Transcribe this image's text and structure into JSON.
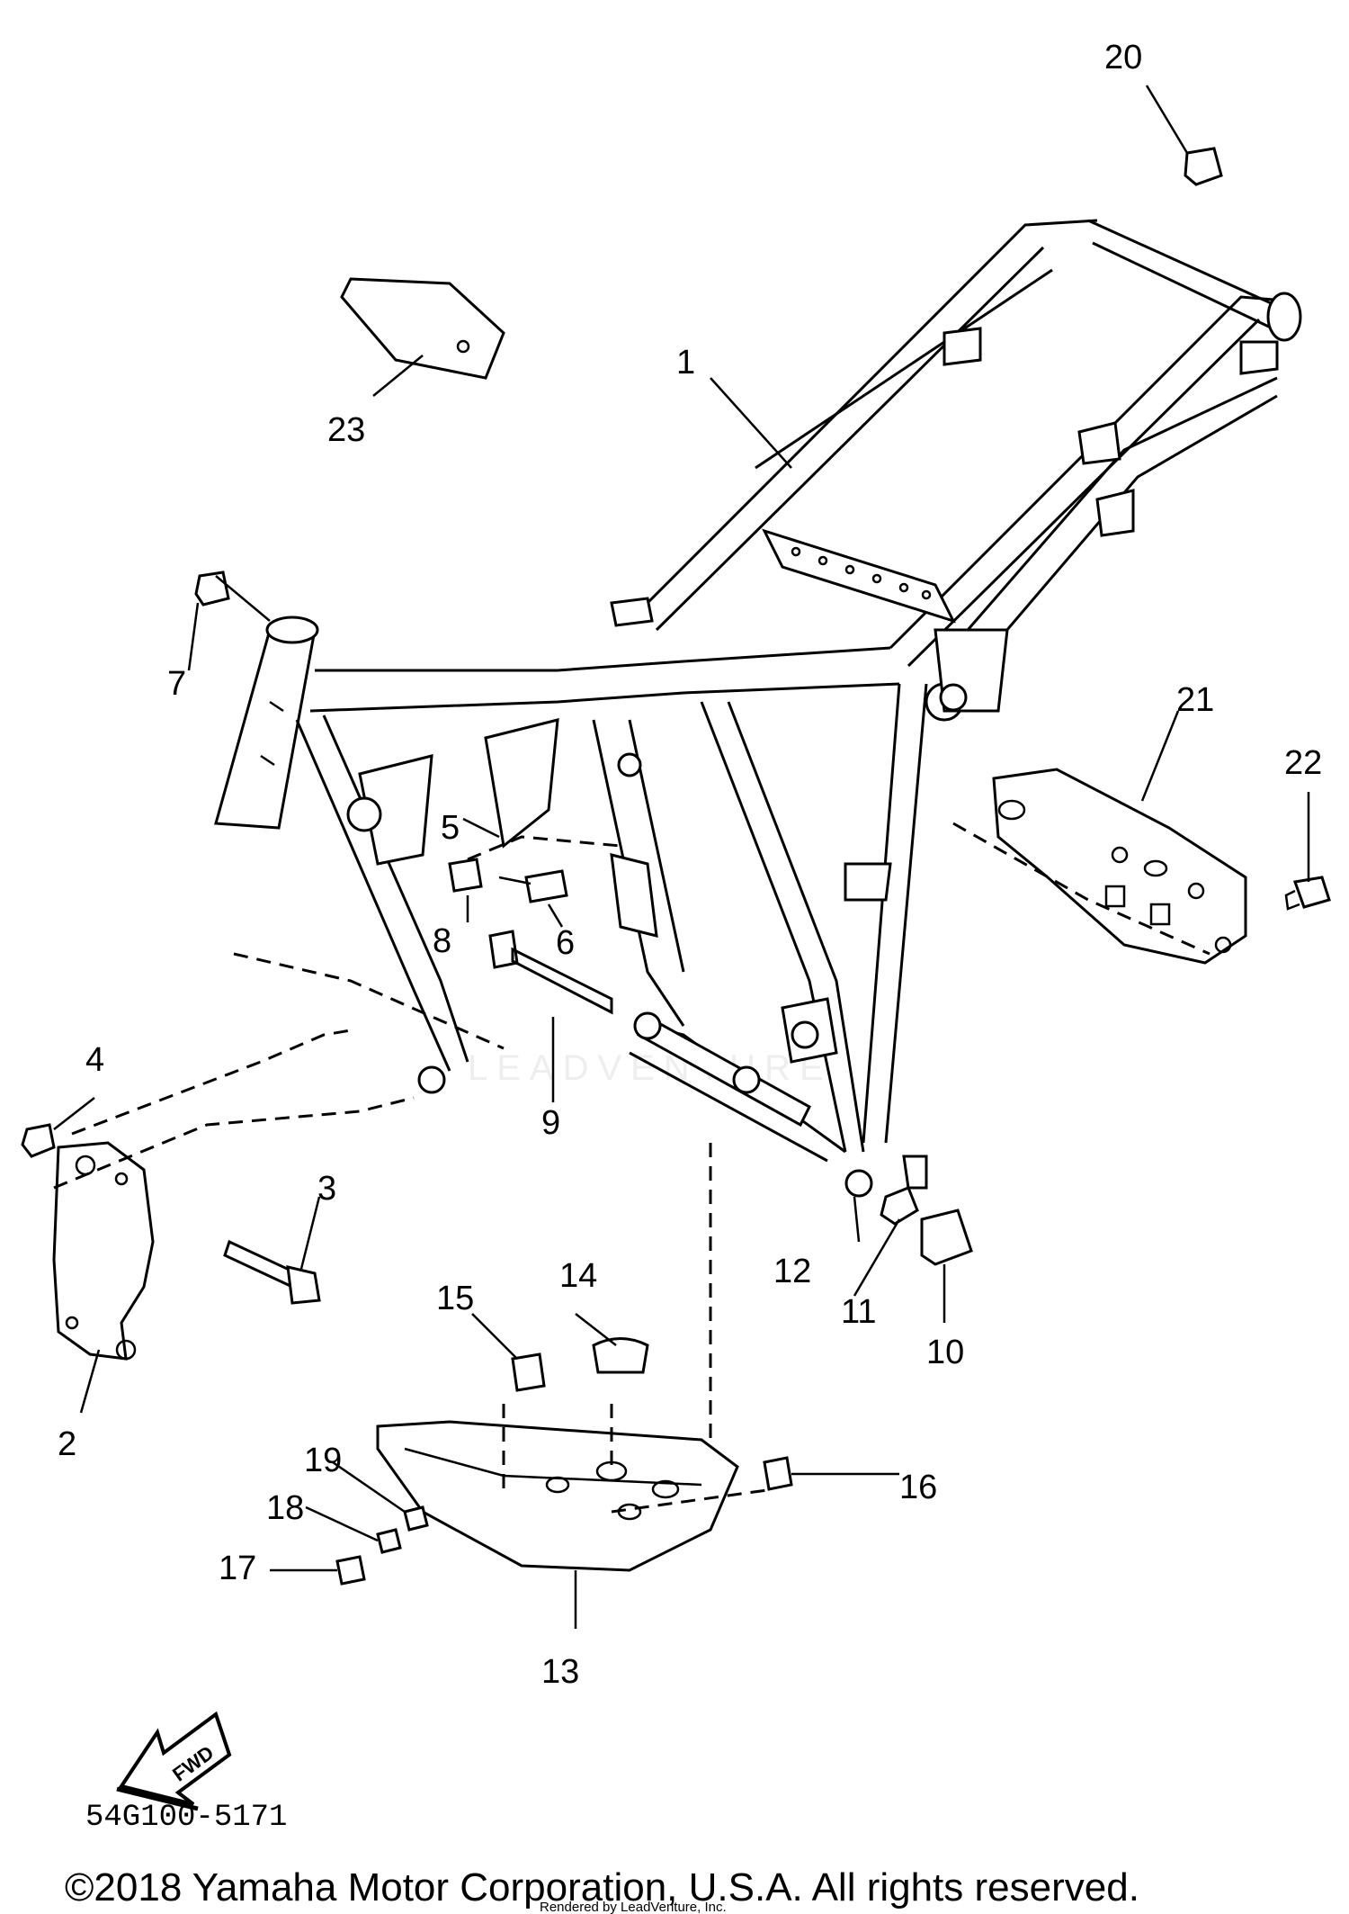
{
  "diagram": {
    "part_numbers": [
      "1",
      "2",
      "3",
      "4",
      "5",
      "6",
      "7",
      "8",
      "9",
      "10",
      "11",
      "12",
      "13",
      "14",
      "15",
      "16",
      "17",
      "18",
      "19",
      "20",
      "21",
      "22",
      "23"
    ],
    "fwd_label": "FWD",
    "drawing_code": "54G100-5171",
    "copyright": "©2018 Yamaha Motor Corporation, U.S.A. All rights reserved.",
    "credit": "Rendered by LeadVenture, Inc.",
    "watermark": "LEADVENTURE",
    "icons": [
      "fwd-arrow-icon"
    ]
  }
}
